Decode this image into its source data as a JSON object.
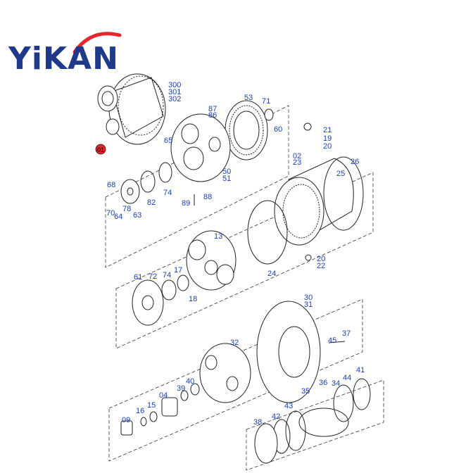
{
  "brand": {
    "name": "YiKAN",
    "accent": "#e8252a",
    "color": "#1f3a8a"
  },
  "highlight": {
    "label": "01",
    "color": "#e8252a"
  },
  "callouts": [
    {
      "id": "c300",
      "text": "300"
    },
    {
      "id": "c301",
      "text": "301"
    },
    {
      "id": "c302",
      "text": "302"
    },
    {
      "id": "c53",
      "text": "53"
    },
    {
      "id": "c71",
      "text": "71"
    },
    {
      "id": "c60",
      "text": "60"
    },
    {
      "id": "c87",
      "text": "87"
    },
    {
      "id": "c86",
      "text": "86"
    },
    {
      "id": "c65",
      "text": "65"
    },
    {
      "id": "c50",
      "text": "50"
    },
    {
      "id": "c51",
      "text": "51"
    },
    {
      "id": "c21",
      "text": "21"
    },
    {
      "id": "c19",
      "text": "19"
    },
    {
      "id": "c20a",
      "text": "20"
    },
    {
      "id": "c02",
      "text": "02"
    },
    {
      "id": "c23",
      "text": "23"
    },
    {
      "id": "c26",
      "text": "26"
    },
    {
      "id": "c25",
      "text": "25"
    },
    {
      "id": "c68",
      "text": "68"
    },
    {
      "id": "c74a",
      "text": "74"
    },
    {
      "id": "c82",
      "text": "82"
    },
    {
      "id": "c89",
      "text": "89"
    },
    {
      "id": "c88",
      "text": "88"
    },
    {
      "id": "c70",
      "text": "70"
    },
    {
      "id": "c78",
      "text": "78"
    },
    {
      "id": "c64",
      "text": "64"
    },
    {
      "id": "c63",
      "text": "63"
    },
    {
      "id": "c13",
      "text": "13"
    },
    {
      "id": "c24",
      "text": "24"
    },
    {
      "id": "c20b",
      "text": "20"
    },
    {
      "id": "c22",
      "text": "22"
    },
    {
      "id": "c61",
      "text": "61"
    },
    {
      "id": "c72",
      "text": "72"
    },
    {
      "id": "c74b",
      "text": "74"
    },
    {
      "id": "c17",
      "text": "17"
    },
    {
      "id": "c18",
      "text": "18"
    },
    {
      "id": "c30",
      "text": "30"
    },
    {
      "id": "c31",
      "text": "31"
    },
    {
      "id": "c37",
      "text": "37"
    },
    {
      "id": "c45",
      "text": "45"
    },
    {
      "id": "c32",
      "text": "32"
    },
    {
      "id": "c40",
      "text": "40"
    },
    {
      "id": "c39",
      "text": "39"
    },
    {
      "id": "c04",
      "text": "04"
    },
    {
      "id": "c15",
      "text": "15"
    },
    {
      "id": "c16",
      "text": "16"
    },
    {
      "id": "c09",
      "text": "09"
    },
    {
      "id": "c36",
      "text": "36"
    },
    {
      "id": "c34",
      "text": "34"
    },
    {
      "id": "c44",
      "text": "44"
    },
    {
      "id": "c41",
      "text": "41"
    },
    {
      "id": "c35",
      "text": "35"
    },
    {
      "id": "c43",
      "text": "43"
    },
    {
      "id": "c42",
      "text": "42"
    },
    {
      "id": "c38",
      "text": "38"
    }
  ]
}
